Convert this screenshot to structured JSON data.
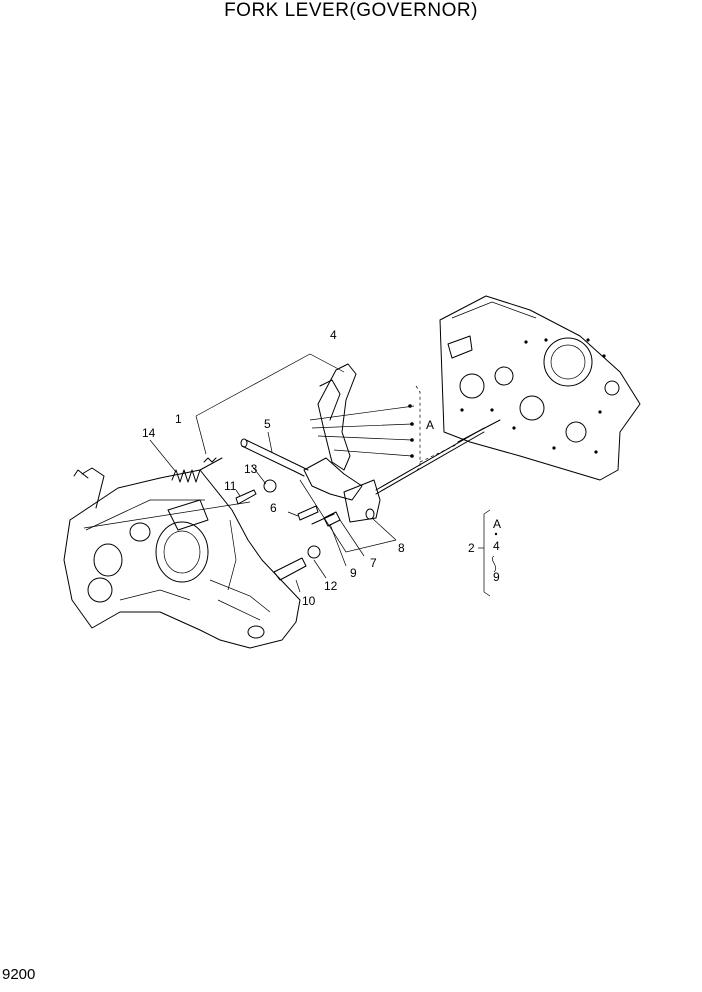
{
  "title": "FORK LEVER(GOVERNOR)",
  "page_number": "9200",
  "part_labels": [
    "1",
    "2",
    "4",
    "5",
    "6",
    "7",
    "8",
    "9",
    "10",
    "11",
    "12",
    "13",
    "14"
  ],
  "group_label": "A",
  "callout": {
    "ref": "2",
    "items": [
      "A",
      "4",
      "9"
    ]
  }
}
